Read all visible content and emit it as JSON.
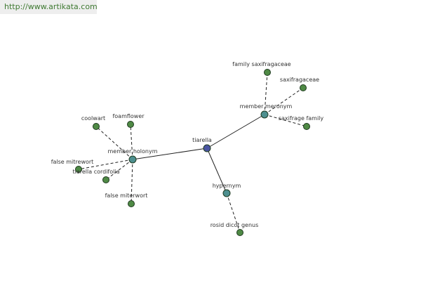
{
  "header": {
    "url": "http://www.artikata.com"
  },
  "colors": {
    "center": "#4a55a2",
    "relation": "#4d8f8f",
    "leaf": "#4f8a45",
    "edge": "#222222"
  },
  "graph": {
    "nodes": [
      {
        "id": "tiarella",
        "label": "tiarella",
        "kind": "center"
      },
      {
        "id": "member-meronym",
        "label": "member meronym",
        "kind": "relation"
      },
      {
        "id": "member-holonym",
        "label": "member holonym",
        "kind": "relation"
      },
      {
        "id": "hypernym",
        "label": "hypernym",
        "kind": "relation"
      },
      {
        "id": "family-saxifragaceae",
        "label": "family saxifragaceae",
        "kind": "leaf"
      },
      {
        "id": "saxifragaceae",
        "label": "saxifragaceae",
        "kind": "leaf"
      },
      {
        "id": "saxifrage-family",
        "label": "saxifrage family",
        "kind": "leaf"
      },
      {
        "id": "coolwart",
        "label": "coolwart",
        "kind": "leaf"
      },
      {
        "id": "foamflower",
        "label": "foamflower",
        "kind": "leaf"
      },
      {
        "id": "false-mitrewort-1",
        "label": "false mitrewort",
        "kind": "leaf"
      },
      {
        "id": "tiarella-cordifolia",
        "label": "tiarella cordifolia",
        "kind": "leaf"
      },
      {
        "id": "false-miterwort",
        "label": "false miterwort",
        "kind": "leaf"
      },
      {
        "id": "rosid-dicot-genus",
        "label": "rosid dicot genus",
        "kind": "leaf"
      }
    ],
    "edges": [
      {
        "from": "tiarella",
        "to": "member-meronym",
        "style": "solid"
      },
      {
        "from": "tiarella",
        "to": "member-holonym",
        "style": "solid"
      },
      {
        "from": "tiarella",
        "to": "hypernym",
        "style": "solid"
      },
      {
        "from": "member-meronym",
        "to": "family-saxifragaceae",
        "style": "dashed"
      },
      {
        "from": "member-meronym",
        "to": "saxifragaceae",
        "style": "dashed"
      },
      {
        "from": "member-meronym",
        "to": "saxifrage-family",
        "style": "dashed"
      },
      {
        "from": "member-holonym",
        "to": "coolwart",
        "style": "dashed"
      },
      {
        "from": "member-holonym",
        "to": "foamflower",
        "style": "dashed"
      },
      {
        "from": "member-holonym",
        "to": "false-mitrewort-1",
        "style": "dashed"
      },
      {
        "from": "member-holonym",
        "to": "tiarella-cordifolia",
        "style": "dashed"
      },
      {
        "from": "member-holonym",
        "to": "false-miterwort",
        "style": "dashed"
      },
      {
        "from": "hypernym",
        "to": "rosid-dicot-genus",
        "style": "dashed"
      }
    ]
  }
}
